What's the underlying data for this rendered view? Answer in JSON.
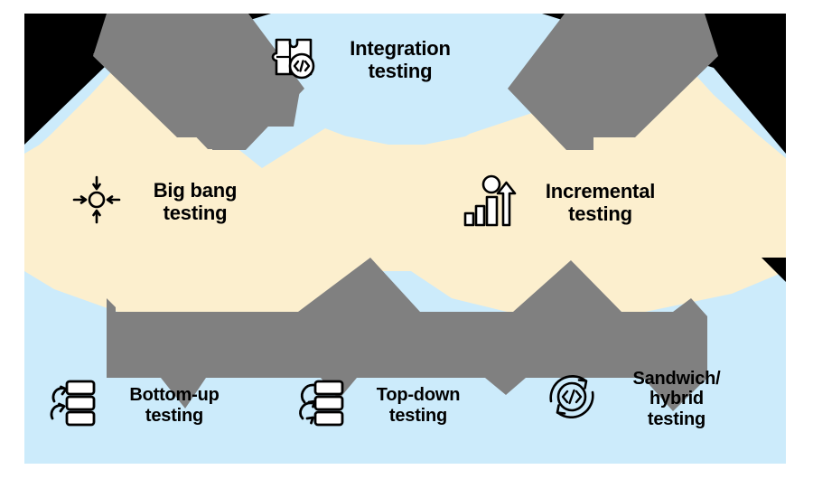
{
  "diagram": {
    "title_text": "",
    "palette": {
      "black": "#000000",
      "beige": "#FCEFCE",
      "light_blue": "#CCEBFB",
      "gray": "#808080",
      "white": "#FFFFFF",
      "stroke": "#000000"
    },
    "regions": [
      {
        "name": "black-backdrop",
        "color": "#000000"
      },
      {
        "name": "beige-left-lobe",
        "color": "#FCEFCE"
      },
      {
        "name": "beige-right-lobe",
        "color": "#FCEFCE"
      },
      {
        "name": "light-blue-top",
        "color": "#CCEBFB"
      },
      {
        "name": "light-blue-bottom",
        "color": "#CCEBFB"
      },
      {
        "name": "gray-left-diamond",
        "color": "#808080"
      },
      {
        "name": "gray-right-diamond",
        "color": "#808080"
      },
      {
        "name": "gray-bottom-band",
        "color": "#808080"
      }
    ],
    "items": [
      {
        "id": "integration",
        "icon": "puzzle-code-icon",
        "label": "Integration\ntesting",
        "region": "light-blue-top"
      },
      {
        "id": "big-bang",
        "icon": "converging-arrows-circle-icon",
        "label": "Big bang\ntesting",
        "region": "beige-left-lobe"
      },
      {
        "id": "incremental",
        "icon": "growth-bar-chart-arrow-icon",
        "label": "Incremental\ntesting",
        "region": "beige-right-lobe"
      },
      {
        "id": "bottom-up",
        "icon": "stacked-blocks-up-arrows-icon",
        "label": "Bottom-up\ntesting",
        "region": "light-blue-bottom"
      },
      {
        "id": "top-down",
        "icon": "stacked-blocks-down-arrows-icon",
        "label": "Top-down\ntesting",
        "region": "light-blue-bottom"
      },
      {
        "id": "sandwich-hybrid",
        "icon": "code-refresh-circle-icon",
        "label": "Sandwich/\nhybrid\ntesting",
        "region": "light-blue-bottom"
      }
    ]
  }
}
